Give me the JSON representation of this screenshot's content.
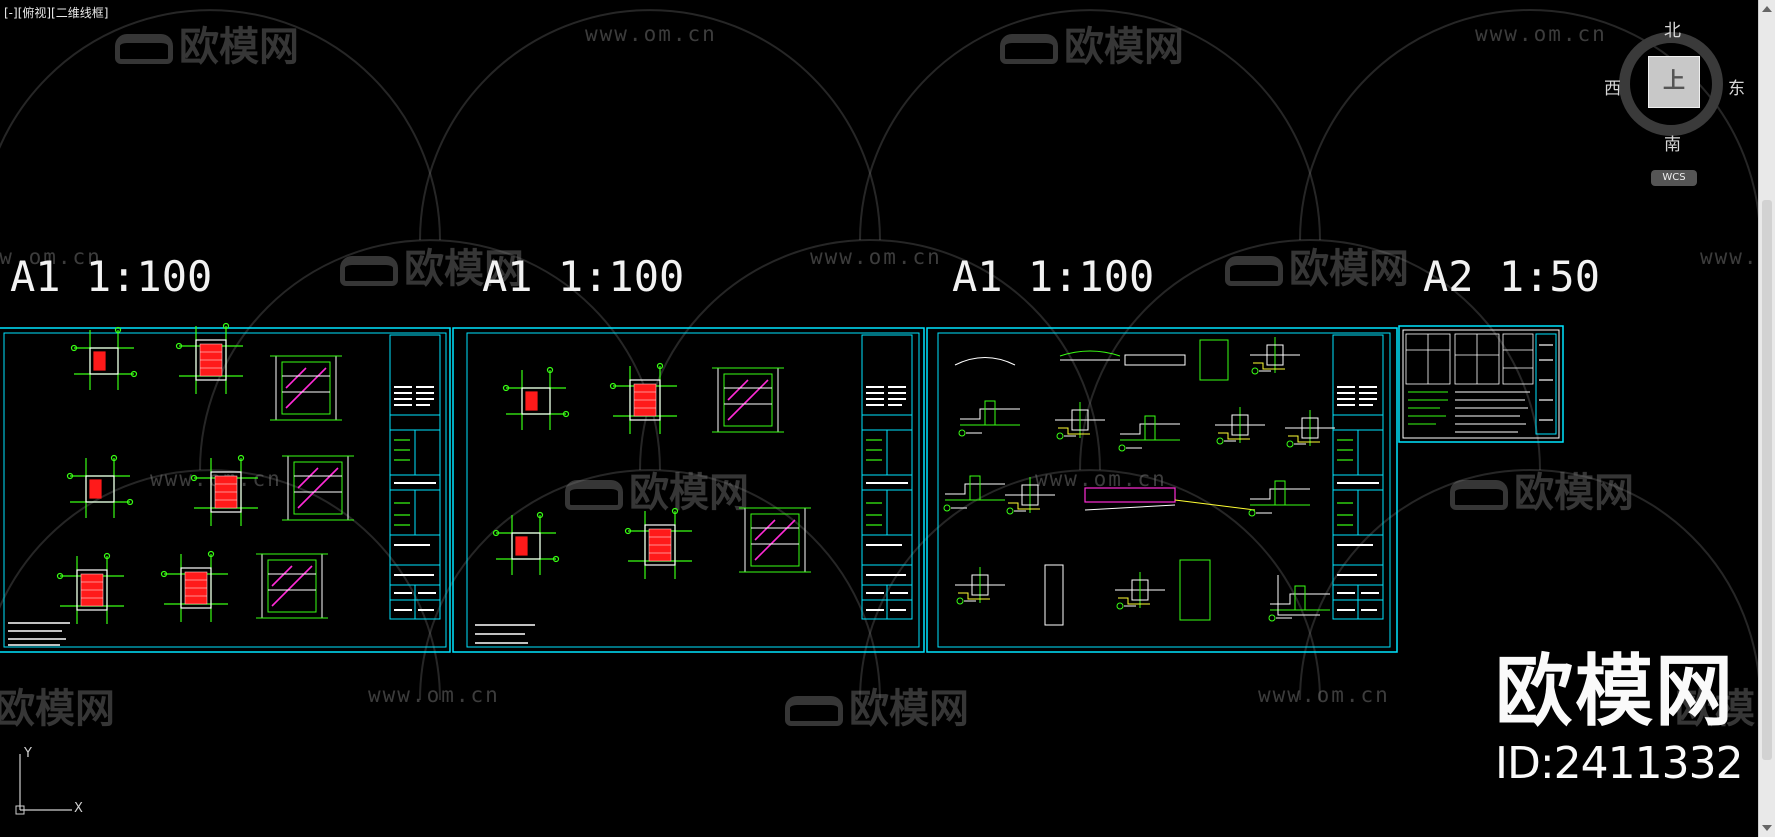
{
  "viewport": {
    "label": "[-][俯视][二维线框]"
  },
  "watermark": {
    "logo_text": "欧模网",
    "url_text": "www.om.cn"
  },
  "sheets": [
    {
      "scale": "A1 1:100"
    },
    {
      "scale": "A1 1:100"
    },
    {
      "scale": "A1 1:100"
    },
    {
      "scale": "A2 1:50"
    }
  ],
  "viewcube": {
    "north": "北",
    "south": "南",
    "east": "东",
    "west": "西",
    "face": "上",
    "wcs": "WCS"
  },
  "ucs": {
    "x": "X",
    "y": "Y"
  },
  "brand": {
    "name": "欧模网",
    "id": "ID:2411332"
  },
  "colors": {
    "frame": "#00e5ff",
    "line": "#39ff14",
    "fill": "#ff1a1a",
    "accent": "#ff2bd6",
    "text": "#f2f2f2"
  }
}
